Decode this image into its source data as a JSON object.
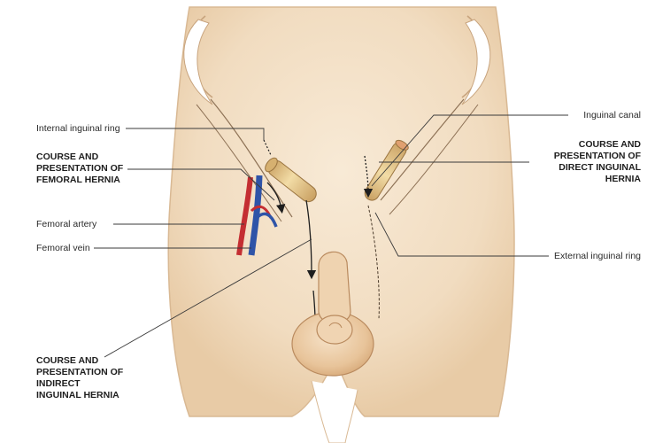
{
  "labels": {
    "internal_ring": "Internal inguinal ring",
    "femoral_hernia": [
      "COURSE AND",
      "PRESENTATION OF",
      "FEMORAL HERNIA"
    ],
    "femoral_artery": "Femoral artery",
    "femoral_vein": "Femoral vein",
    "indirect_hernia": [
      "COURSE AND",
      "PRESENTATION OF",
      "INDIRECT",
      "INGUINAL HERNIA"
    ],
    "inguinal_canal": "Inguinal canal",
    "direct_hernia": [
      "COURSE AND",
      "PRESENTATION OF",
      "DIRECT INGUINAL",
      "HERNIA"
    ],
    "external_ring": "External inguinal ring"
  },
  "colors": {
    "skin": "#f3e0c6",
    "skin_shadow": "#e3c49e",
    "canal": "#e8cc8c",
    "artery": "#d8363a",
    "vein": "#3a5fb4",
    "leader": "#3a3a3a"
  }
}
